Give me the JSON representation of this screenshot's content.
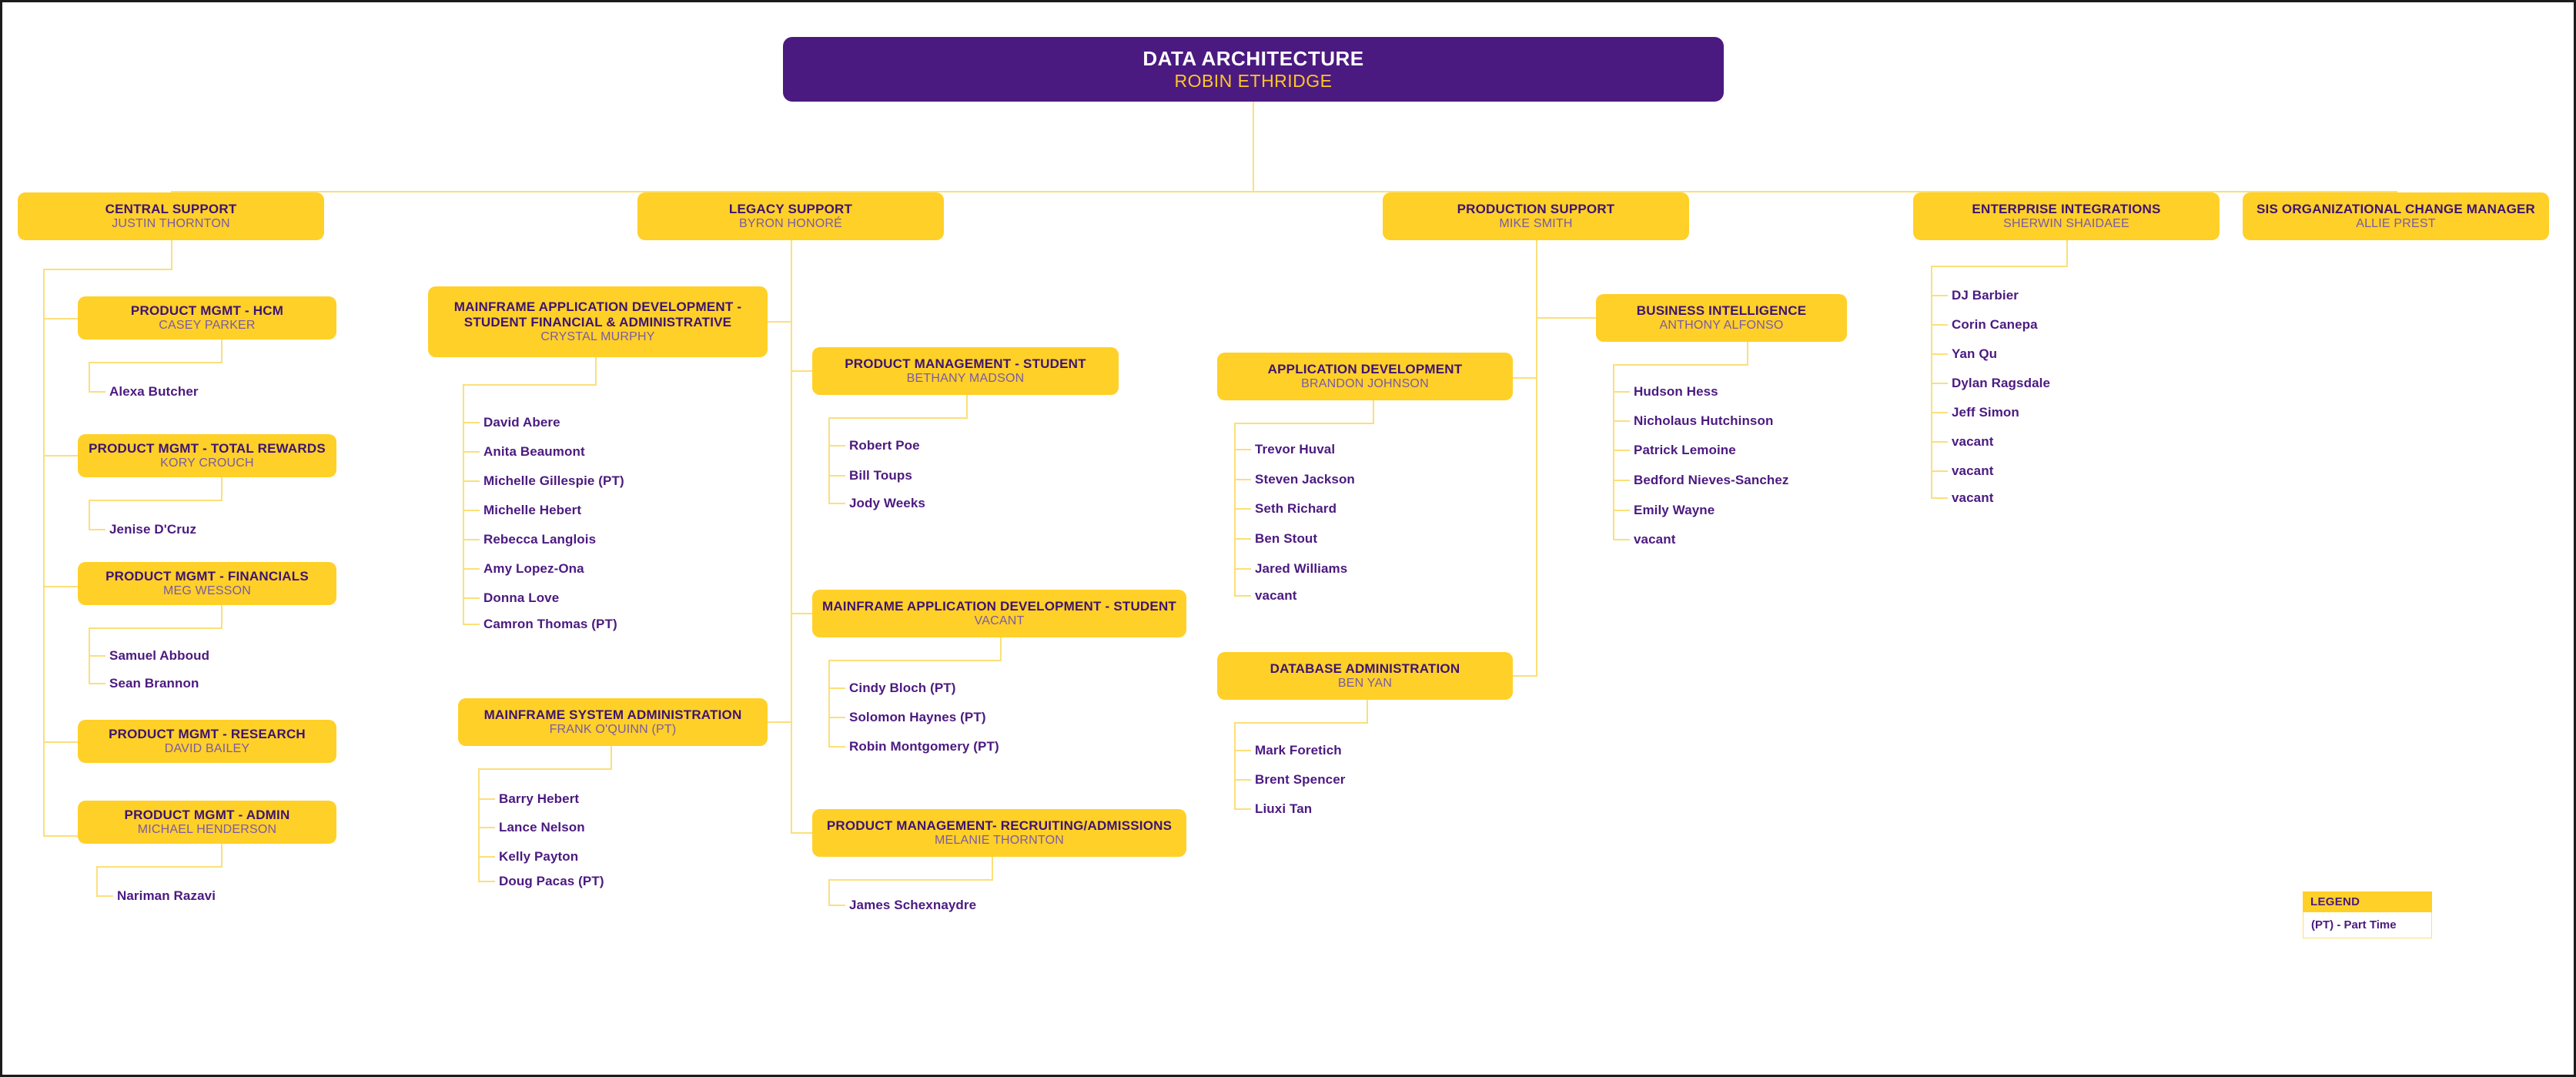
{
  "chart": {
    "type": "org-chart",
    "colors": {
      "root_bg": "#4B1A80",
      "root_title": "#FFFFFF",
      "root_person": "#FFC627",
      "box_bg": "#FFD028",
      "box_title": "#3E1470",
      "box_person": "#7A5AA8",
      "leaf_text": "#4B1A80",
      "connector": "#FBDF7A",
      "page_bg": "#FFFFFF"
    }
  },
  "root": {
    "title": "DATA ARCHITECTURE",
    "person": "ROBIN ETHRIDGE"
  },
  "divisions": [
    {
      "id": "central-support",
      "title": "CENTRAL SUPPORT",
      "person": "JUSTIN THORNTON",
      "teams": [
        {
          "id": "pm-hcm",
          "title": "PRODUCT MGMT - HCM",
          "person": "CASEY PARKER",
          "staff": [
            "Alexa Butcher"
          ]
        },
        {
          "id": "pm-total-rewards",
          "title": "PRODUCT MGMT - TOTAL REWARDS",
          "person": "KORY CROUCH",
          "staff": [
            "Jenise D'Cruz"
          ]
        },
        {
          "id": "pm-financials",
          "title": "PRODUCT MGMT - FINANCIALS",
          "person": "MEG WESSON",
          "staff": [
            "Samuel Abboud",
            "Sean Brannon"
          ]
        },
        {
          "id": "pm-research",
          "title": "PRODUCT MGMT - RESEARCH",
          "person": "DAVID BAILEY",
          "staff": []
        },
        {
          "id": "pm-admin",
          "title": "PRODUCT MGMT - ADMIN",
          "person": "MICHAEL HENDERSON",
          "staff": [
            "Nariman Razavi"
          ]
        }
      ]
    },
    {
      "id": "legacy-support",
      "title": "LEGACY SUPPORT",
      "person": "BYRON HONORÉ",
      "teams": [
        {
          "id": "mainframe-app-dev-sfa",
          "title": "MAINFRAME APPLICATION  DEVELOPMENT - STUDENT FINANCIAL & ADMINISTRATIVE",
          "person": "CRYSTAL MURPHY",
          "staff": [
            "David Abere",
            "Anita Beaumont",
            "Michelle Gillespie (PT)",
            "Michelle Hebert",
            "Rebecca Langlois",
            "Amy Lopez-Ona",
            "Donna Love",
            "Camron Thomas (PT)"
          ]
        },
        {
          "id": "mainframe-sys-admin",
          "title": "MAINFRAME SYSTEM ADMINISTRATION",
          "person": "FRANK O'QUINN (PT)",
          "staff": [
            "Barry Hebert",
            "Lance Nelson",
            "Kelly Payton",
            "Doug Pacas (PT)"
          ]
        },
        {
          "id": "pm-student",
          "title": "PRODUCT MANAGEMENT - STUDENT",
          "person": "BETHANY MADSON",
          "staff": [
            "Robert Poe",
            "Bill Toups",
            "Jody Weeks"
          ]
        },
        {
          "id": "mainframe-app-dev-student",
          "title": "MAINFRAME APPLICATION DEVELOPMENT - STUDENT",
          "person": "VACANT",
          "staff": [
            "Cindy Bloch (PT)",
            "Solomon Haynes (PT)",
            "Robin Montgomery (PT)"
          ]
        },
        {
          "id": "pm-recruiting-admissions",
          "title": "PRODUCT MANAGEMENT- RECRUITING/ADMISSIONS",
          "person": "MELANIE THORNTON",
          "staff": [
            "James Schexnaydre"
          ]
        }
      ]
    },
    {
      "id": "production-support",
      "title": "PRODUCTION SUPPORT",
      "person": "MIKE SMITH",
      "teams": [
        {
          "id": "application-development",
          "title": "APPLICATION DEVELOPMENT",
          "person": "BRANDON JOHNSON",
          "staff": [
            "Trevor Huval",
            "Steven Jackson",
            "Seth Richard",
            "Ben Stout",
            "Jared Williams",
            "vacant"
          ]
        },
        {
          "id": "business-intelligence",
          "title": "BUSINESS INTELLIGENCE",
          "person": "ANTHONY ALFONSO",
          "staff": [
            "Hudson Hess",
            "Nicholaus Hutchinson",
            "Patrick Lemoine",
            "Bedford Nieves-Sanchez",
            "Emily Wayne",
            "vacant"
          ]
        },
        {
          "id": "database-administration",
          "title": "DATABASE ADMINISTRATION",
          "person": "BEN YAN",
          "staff": [
            "Mark Foretich",
            "Brent Spencer",
            "Liuxi Tan"
          ]
        }
      ]
    },
    {
      "id": "enterprise-integrations",
      "title": "ENTERPRISE INTEGRATIONS",
      "person": "SHERWIN SHAIDAEE",
      "teams": [],
      "staff": [
        "DJ Barbier",
        "Corin Canepa",
        "Yan Qu",
        "Dylan Ragsdale",
        "Jeff Simon",
        "vacant",
        "vacant",
        "vacant"
      ]
    },
    {
      "id": "sis-org-change-manager",
      "title": "SIS ORGANIZATIONAL CHANGE MANAGER",
      "person": "ALLIE PREST",
      "teams": [],
      "staff": []
    }
  ],
  "legend": {
    "heading": "LEGEND",
    "items": [
      "(PT) - Part Time"
    ]
  }
}
